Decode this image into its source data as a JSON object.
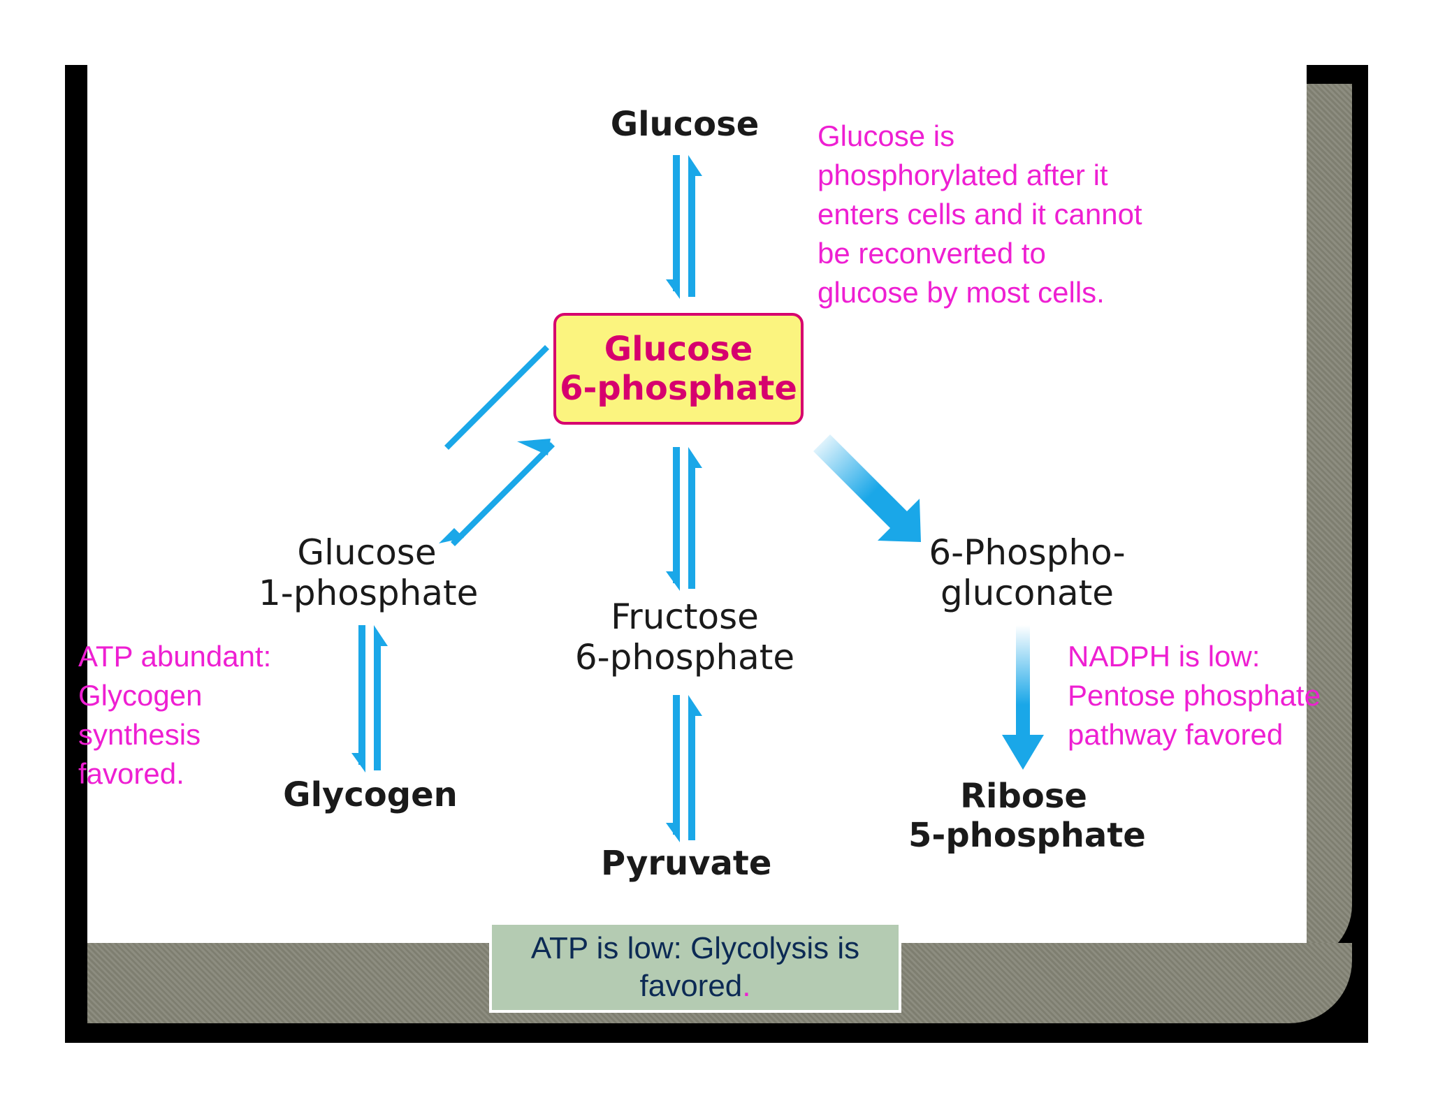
{
  "nodes": {
    "glucose": "Glucose",
    "g6p_line1": "Glucose",
    "g6p_line2": "6-phosphate",
    "g1p_line1": "Glucose",
    "g1p_line2": "1-phosphate",
    "f6p_line1": "Fructose",
    "f6p_line2": "6-phosphate",
    "pg_line1": "6-Phospho-",
    "pg_line2": "gluconate",
    "glycogen": "Glycogen",
    "pyruvate": "Pyruvate",
    "r5p_line1": "Ribose",
    "r5p_line2": "5-phosphate"
  },
  "notes": {
    "glucose_note": "Glucose is\nphosphorylated after it\nenters cells and it cannot\nbe reconverted to\nglucose by most cells.",
    "atp_abundant_note": "ATP abundant:\nGlycogen\nsynthesis\nfavored.",
    "nadph_note": "NADPH is low:\nPentose phosphate\npathway favored"
  },
  "callout": {
    "line1": "ATP is low: Glycolysis is",
    "line2": "favored",
    "trailing": "."
  },
  "colors": {
    "arrow": "#1aa7e8",
    "box_fill": "#fbf47f",
    "box_border": "#d6006e",
    "note_text": "#ee1fd2",
    "callout_fill": "#b4cbb2",
    "callout_text": "#0c2a54"
  }
}
